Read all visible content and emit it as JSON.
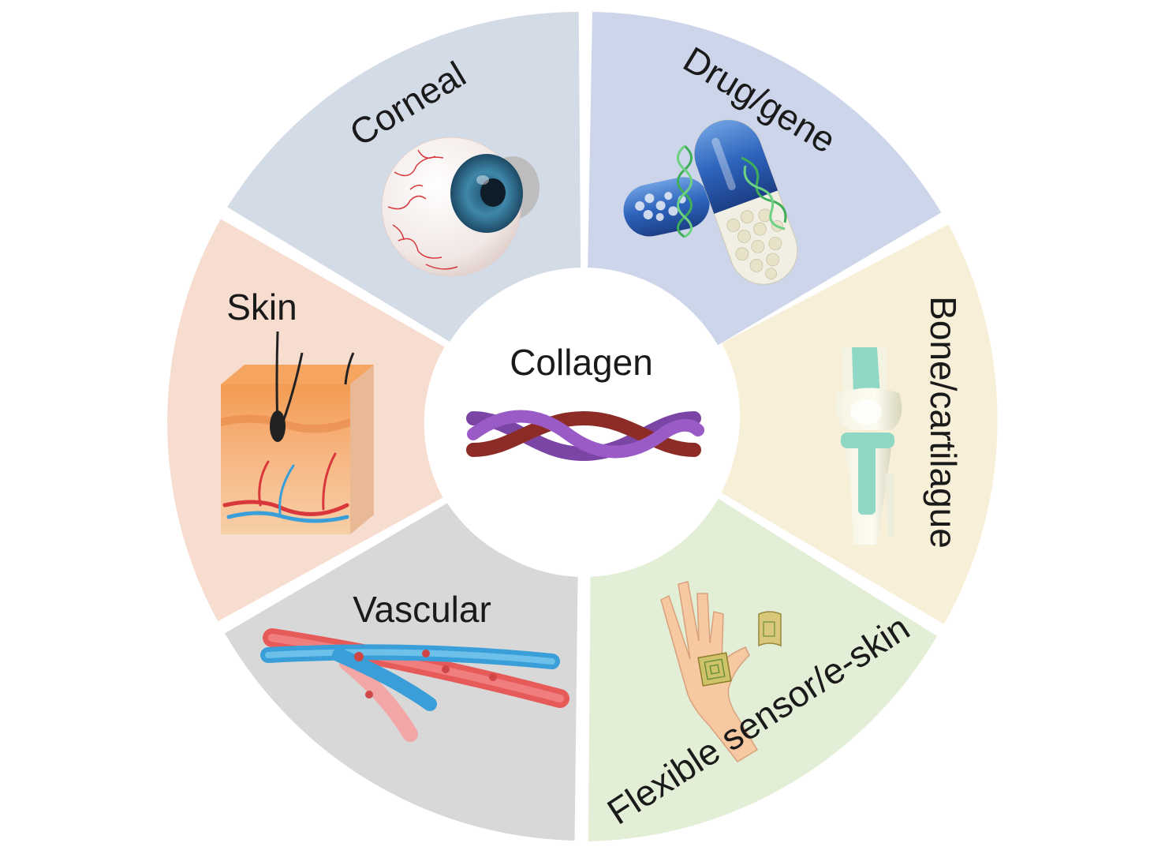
{
  "center": {
    "label": "Collagen"
  },
  "segments": [
    {
      "id": "corneal",
      "label": "Corneal",
      "color": "#d3dbe7",
      "icon": "eyeball-icon"
    },
    {
      "id": "drug",
      "label": "Drug/gene",
      "color": "#cdd5ea",
      "icon": "capsule-dna-icon"
    },
    {
      "id": "bone",
      "label": "Bone/cartilague",
      "color": "#f8efd8",
      "icon": "knee-joint-icon"
    },
    {
      "id": "sensor",
      "label": "Flexible sensor/e-skin",
      "color": "#e3eed7",
      "icon": "hand-sensor-icon"
    },
    {
      "id": "vascular",
      "label": "Vascular",
      "color": "#d8d8d8",
      "icon": "blood-vessel-icon"
    },
    {
      "id": "skin",
      "label": "Skin",
      "color": "#f7ddd0",
      "icon": "skin-block-icon"
    }
  ]
}
